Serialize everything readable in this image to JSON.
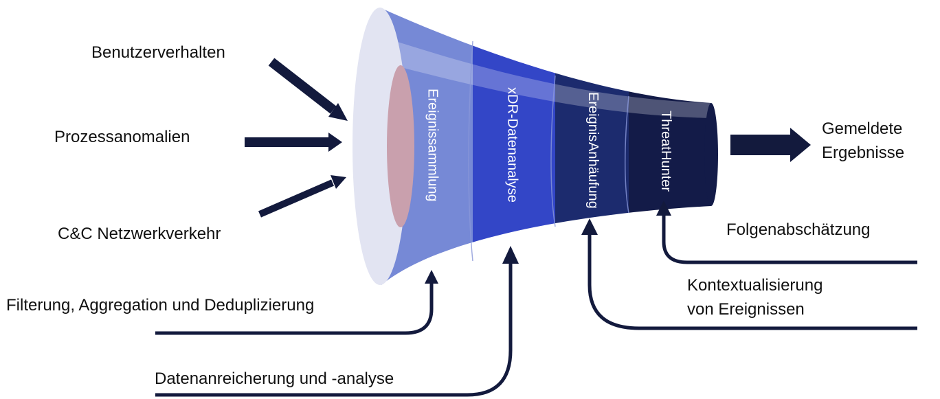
{
  "inputs": {
    "benutzerverhalten": "Benutzerverhalten",
    "prozessanomalien": "Prozessanomalien",
    "cc_netzwerk": "C&C Netzwerkverkehr"
  },
  "stages": {
    "ereignissammlung": "Ereignissammlung",
    "xdr": "xDR-Datenanalyse",
    "anhaeufung_line1": "Ereignis",
    "anhaeufung_line2": "Anhäufung",
    "hunter_line1": "Threat",
    "hunter_line2": "Hunter"
  },
  "processes": {
    "filterung": "Filterung, Aggregation und Deduplizierung",
    "anreicherung": "Datenanreicherung und -analyse",
    "kontext_line1": "Kontextualisierung",
    "kontext_line2": "von Ereignissen",
    "folgen": "Folgenabschätzung"
  },
  "output": {
    "line1": "Gemeldete",
    "line2": "Ergebnisse"
  },
  "colors": {
    "arrow": "#131a3d",
    "seg1": "#7689d6",
    "seg2": "#3346c7",
    "seg3": "#1c2b6e",
    "seg4": "#131b48",
    "rim": "#e2e4f2",
    "inner": "#c9a0ad"
  }
}
